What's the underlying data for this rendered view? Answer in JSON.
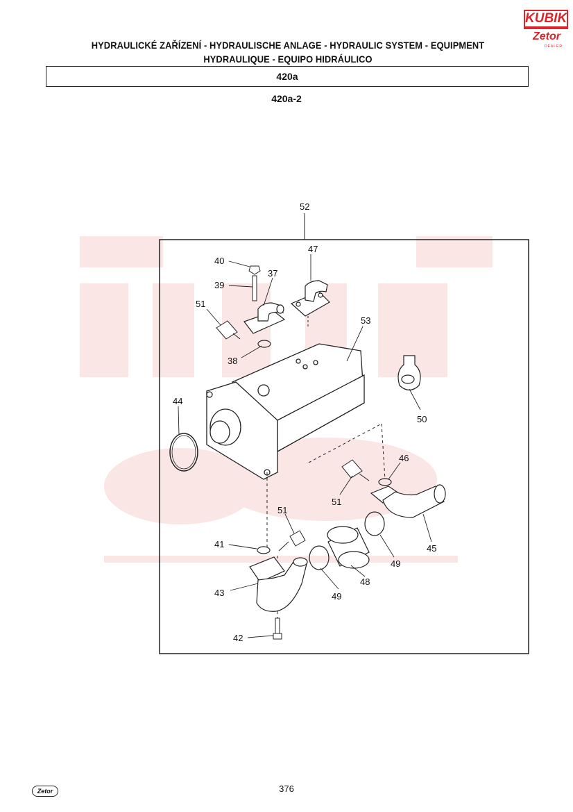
{
  "header": {
    "title_line1": "HYDRAULICKÉ ZAŘÍZENÍ - HYDRAULISCHE ANLAGE - HYDRAULIC SYSTEM - EQUIPMENT",
    "title_line2": "HYDRAULIQUE - EQUIPO HIDRÁULICO",
    "section": "420a",
    "subsection": "420a-2"
  },
  "logo": {
    "top": "KUBIK",
    "bottom": "Zetor",
    "tag": "DEALER"
  },
  "footer": {
    "logo": "Zetor",
    "page": "376"
  },
  "callouts": {
    "c52": "52",
    "c47": "47",
    "c40": "40",
    "c39": "39",
    "c37": "37",
    "c51a": "51",
    "c38": "38",
    "c53": "53",
    "c50": "50",
    "c44": "44",
    "c46": "46",
    "c51b": "51",
    "c51c": "51",
    "c45": "45",
    "c41": "41",
    "c49a": "49",
    "c48": "48",
    "c49b": "49",
    "c43": "43",
    "c42": "42"
  },
  "colors": {
    "accent": "#d9252b",
    "watermark": "#fbe6e6"
  }
}
